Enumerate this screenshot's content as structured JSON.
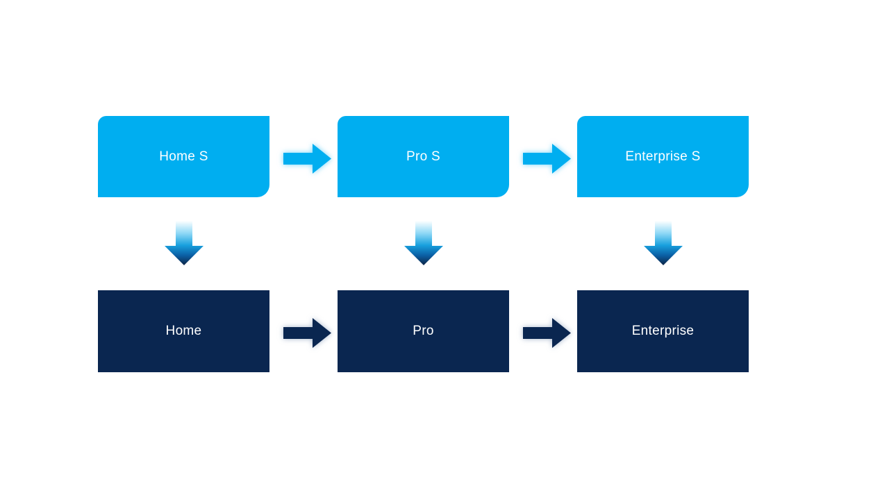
{
  "diagram": {
    "columns": [
      {
        "top_label": "Home S",
        "bottom_label": "Home"
      },
      {
        "top_label": "Pro S",
        "bottom_label": "Pro"
      },
      {
        "top_label": "Enterprise S",
        "bottom_label": "Enterprise"
      }
    ]
  },
  "icons": {
    "horizontal_connector": "right-arrow",
    "vertical_connector": "down-arrow"
  },
  "colors": {
    "top_box_fill": "#00AEF0",
    "bottom_box_fill": "#0A2650",
    "label_text": "#FFFFFF",
    "background": "#FFFFFF",
    "h_arrow_top_fill": "#00AEF0",
    "h_arrow_bottom_fill": "#0A2650",
    "v_arrow_gradient_top": "#FEFFFF",
    "v_arrow_gradient_light": "#8FD8F6",
    "v_arrow_gradient_mid": "#18A0DE",
    "v_arrow_gradient_deep": "#0B5FA4",
    "v_arrow_gradient_bottom": "#0D2445"
  }
}
